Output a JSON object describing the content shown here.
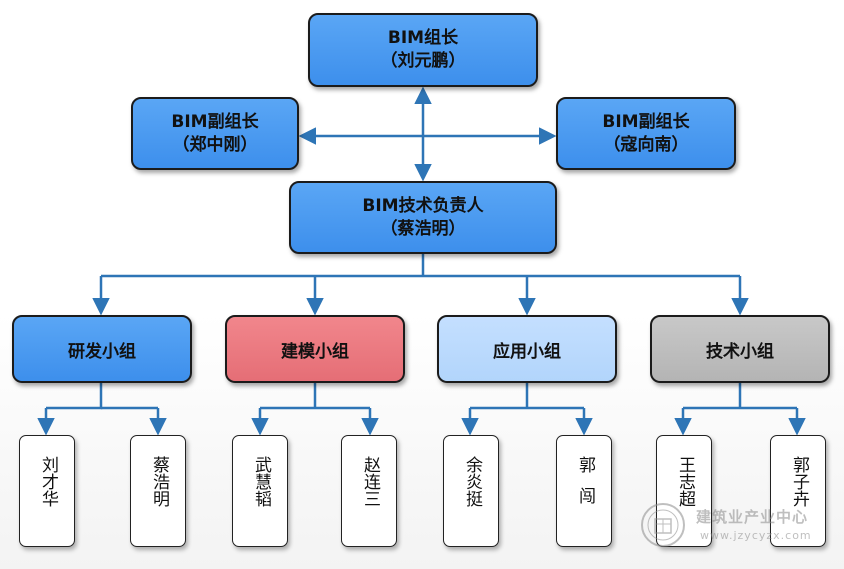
{
  "leader": {
    "title": "BIM组长",
    "name": "（刘元鹏）"
  },
  "deputies": [
    {
      "title": "BIM副组长",
      "name": "（郑中刚）"
    },
    {
      "title": "BIM副组长",
      "name": "（寇向南）"
    }
  ],
  "tech_lead": {
    "title": "BIM技术负责人",
    "name": "（蔡浩明）"
  },
  "groups": [
    {
      "label": "研发小组",
      "color": "#4a9af1",
      "members": [
        "刘才华",
        "蔡浩明"
      ]
    },
    {
      "label": "建模小组",
      "color": "#eb7a81",
      "members": [
        "武慧韬",
        "赵连三"
      ]
    },
    {
      "label": "应用小组",
      "color": "#bad9fd",
      "members": [
        "余炎挺",
        "郭闯"
      ]
    },
    {
      "label": "技术小组",
      "color": "#bebebe",
      "members": [
        "王志超",
        "郭子卉"
      ]
    }
  ],
  "connector_color": "#2e75b6",
  "watermark": {
    "title": "建筑业产业中心",
    "url": "www.jzycyzx.com"
  }
}
